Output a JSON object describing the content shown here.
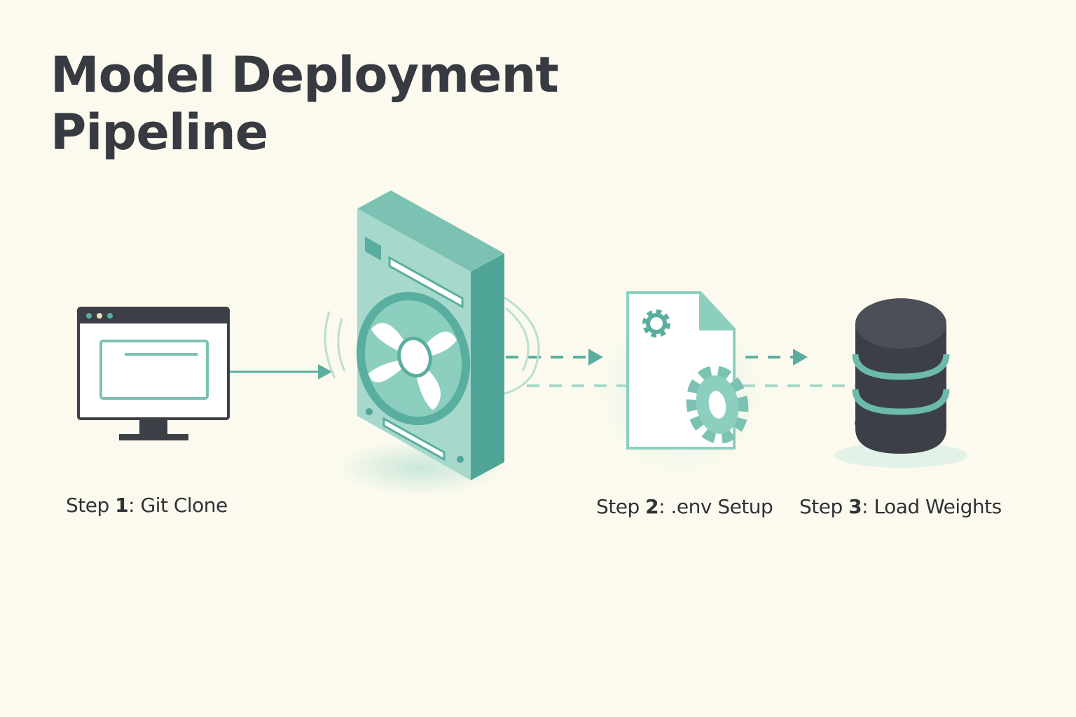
{
  "diagram": {
    "title_line1": "Model Deployment",
    "title_line2": "Pipeline",
    "steps": [
      {
        "prefix": "Step ",
        "number": "1",
        "suffix": ": Git Clone",
        "icon": "monitor-icon"
      },
      {
        "prefix": "Step ",
        "number": "2",
        "suffix": ": .env Setup",
        "icon": "config-file-icon"
      },
      {
        "prefix": "Step ",
        "number": "3",
        "suffix": ": Load Weights",
        "icon": "database-icon"
      }
    ],
    "center_icon": "server-fan-icon",
    "colors": {
      "background": "#fcfaee",
      "text": "#373a40",
      "teal": "#5aae9f",
      "teal_light": "#a6d8cc",
      "dark": "#3c3f45"
    }
  }
}
